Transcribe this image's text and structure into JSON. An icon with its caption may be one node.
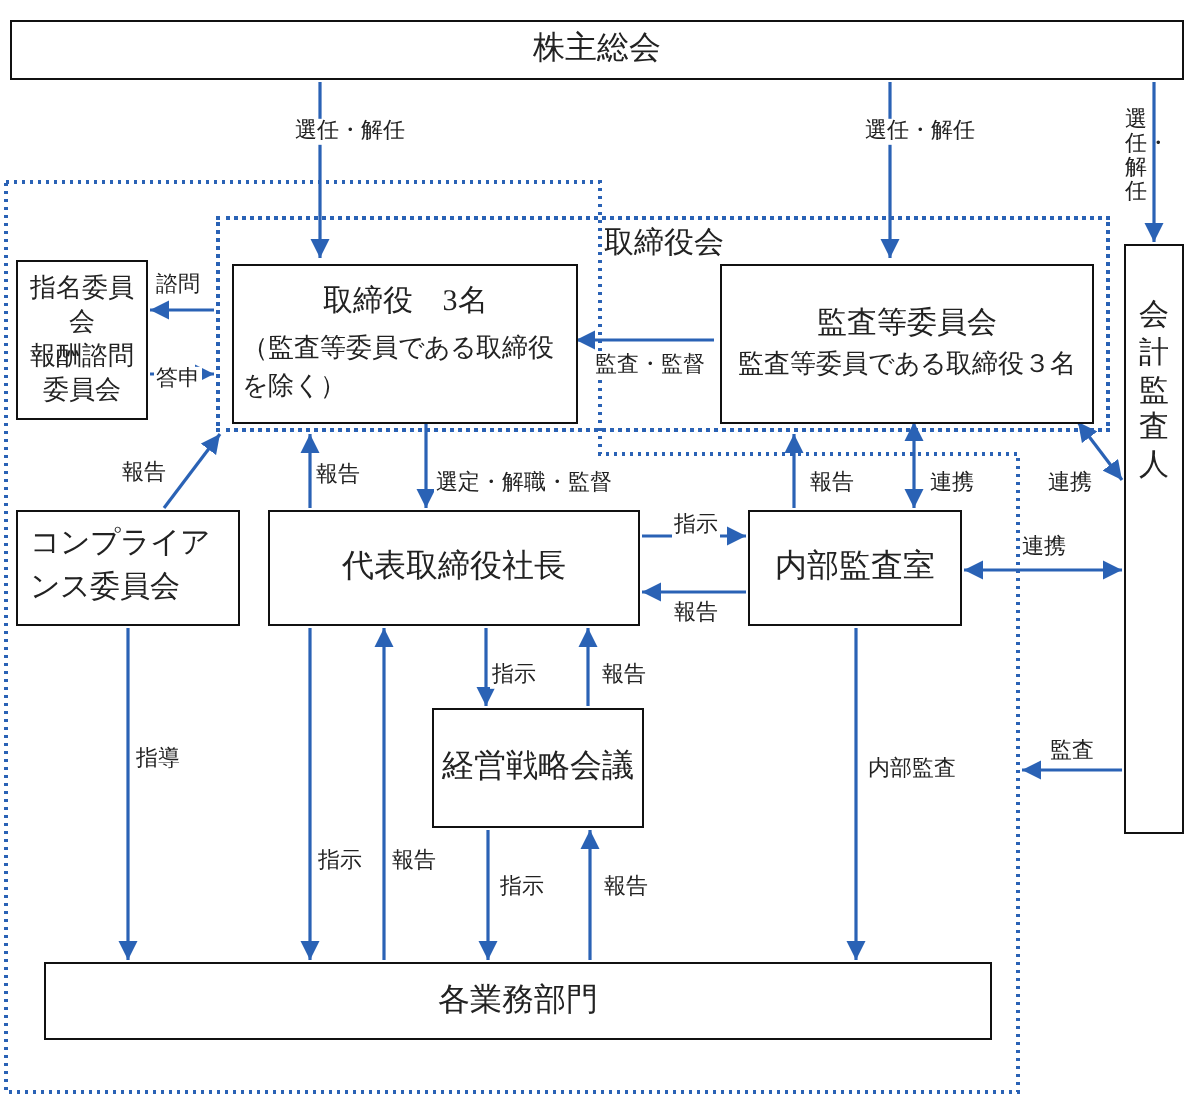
{
  "diagram": {
    "nodes": [
      {
        "text": [
          "株主総会"
        ]
      },
      {
        "text": [],
        "shape": "box"
      },
      {
        "text": [
          "取締役会"
        ]
      },
      {
        "text": [
          "指名委員会",
          "報酬諮問委員会"
        ],
        "in": 1
      },
      {
        "text": [
          "取締役　3名",
          "（監査等委員である取締役を除く）"
        ],
        "in": 2
      },
      {
        "text": [
          "監査等委員会",
          "監査等委員である取締役３名"
        ],
        "in": 2
      },
      {
        "text": [
          "会計監査人"
        ]
      },
      {
        "text": [
          "コンプライアンス委員会"
        ],
        "in": 1
      },
      {
        "text": [
          "代表取締役社長"
        ],
        "in": 1
      },
      {
        "text": [
          "内部監査室"
        ],
        "in": 1
      },
      {
        "text": [
          "経営戦略会議"
        ],
        "in": 1
      },
      {
        "text": [
          "各業務部門"
        ],
        "in": 1
      }
    ],
    "edges": [
      {
        "from": 0,
        "to": 4,
        "arrow": "to",
        "label": "選任・解任"
      },
      {
        "from": 0,
        "to": 5,
        "arrow": "to",
        "label": "選任・解任"
      },
      {
        "from": 0,
        "to": 6,
        "arrow": "to",
        "label": "選任・解任"
      },
      {
        "from": 2,
        "to": 3,
        "arrow": "to",
        "label": "諮問"
      },
      {
        "from": 3,
        "to": 2,
        "arrow": "to",
        "label": "答申"
      },
      {
        "from": 7,
        "to": 2,
        "arrow": "to",
        "label": "報告"
      },
      {
        "from": 8,
        "to": 2,
        "arrow": "to",
        "label": "報告"
      },
      {
        "from": 5,
        "to": 4,
        "arrow": "to",
        "label": "監査・監督"
      },
      {
        "from": 4,
        "to": 8,
        "arrow": "to",
        "label": "選定・解職・監督"
      },
      {
        "from": 9,
        "to": 2,
        "arrow": "to",
        "label": "報告"
      },
      {
        "from": 5,
        "to": 9,
        "arrow": "both",
        "label": "連携"
      },
      {
        "from": 5,
        "to": 6,
        "arrow": "both",
        "label": "連携"
      },
      {
        "from": 8,
        "to": 9,
        "arrow": "to",
        "label": "指示"
      },
      {
        "from": 9,
        "to": 8,
        "arrow": "to",
        "label": "報告"
      },
      {
        "from": 9,
        "to": 6,
        "arrow": "both",
        "label": "連携"
      },
      {
        "from": 8,
        "to": 10,
        "arrow": "to",
        "label": "指示"
      },
      {
        "from": 10,
        "to": 8,
        "arrow": "to",
        "label": "報告"
      },
      {
        "from": 7,
        "to": 11,
        "arrow": "to",
        "label": "指導"
      },
      {
        "from": 8,
        "to": 11,
        "arrow": "to",
        "label": "指示"
      },
      {
        "from": 11,
        "to": 8,
        "arrow": "to",
        "label": "報告"
      },
      {
        "from": 10,
        "to": 11,
        "arrow": "to",
        "label": "指示"
      },
      {
        "from": 11,
        "to": 10,
        "arrow": "to",
        "label": "報告"
      },
      {
        "from": 9,
        "to": 11,
        "arrow": "to",
        "label": "内部監査"
      },
      {
        "from": 6,
        "to": 1,
        "arrow": "to",
        "label": "監査"
      }
    ]
  }
}
